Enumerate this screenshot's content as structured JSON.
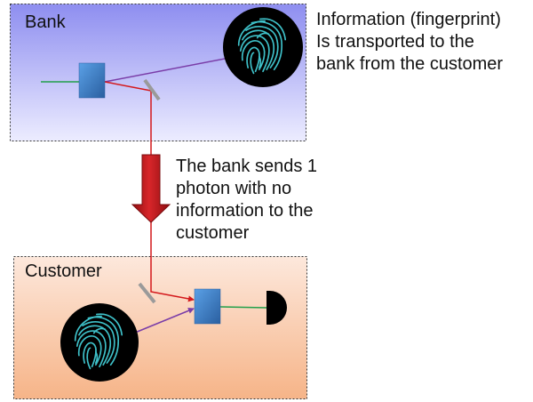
{
  "bank": {
    "label": "Bank"
  },
  "customer": {
    "label": "Customer"
  },
  "info_caption": [
    "Information (fingerprint)",
    "Is transported to the",
    "bank from the customer"
  ],
  "photon_caption": [
    "The bank sends 1",
    "photon with no",
    "information to the",
    "customer"
  ],
  "colors": {
    "bank_gradient_top": "#8e8ef0",
    "bank_gradient_bottom": "#ececff",
    "customer_gradient_top": "#fde8dc",
    "customer_gradient_bottom": "#f6b488",
    "photon_beam": "#d4191c",
    "big_arrow": "#c0151a",
    "info_beam": "#7a3da8",
    "output_beam": "#22a04a",
    "beam_splitter": "#3b78c4",
    "mirror": "#9a9a9a",
    "fingerprint_ridges": "#3ec0c8",
    "detector": "#000000"
  },
  "icons": {
    "bank_fingerprint": "fingerprint-icon",
    "customer_fingerprint": "fingerprint-icon",
    "detector": "photon-detector-icon",
    "beam_splitter": "beam-splitter-icon",
    "mirror": "mirror-icon",
    "arrow": "down-arrow-icon"
  }
}
